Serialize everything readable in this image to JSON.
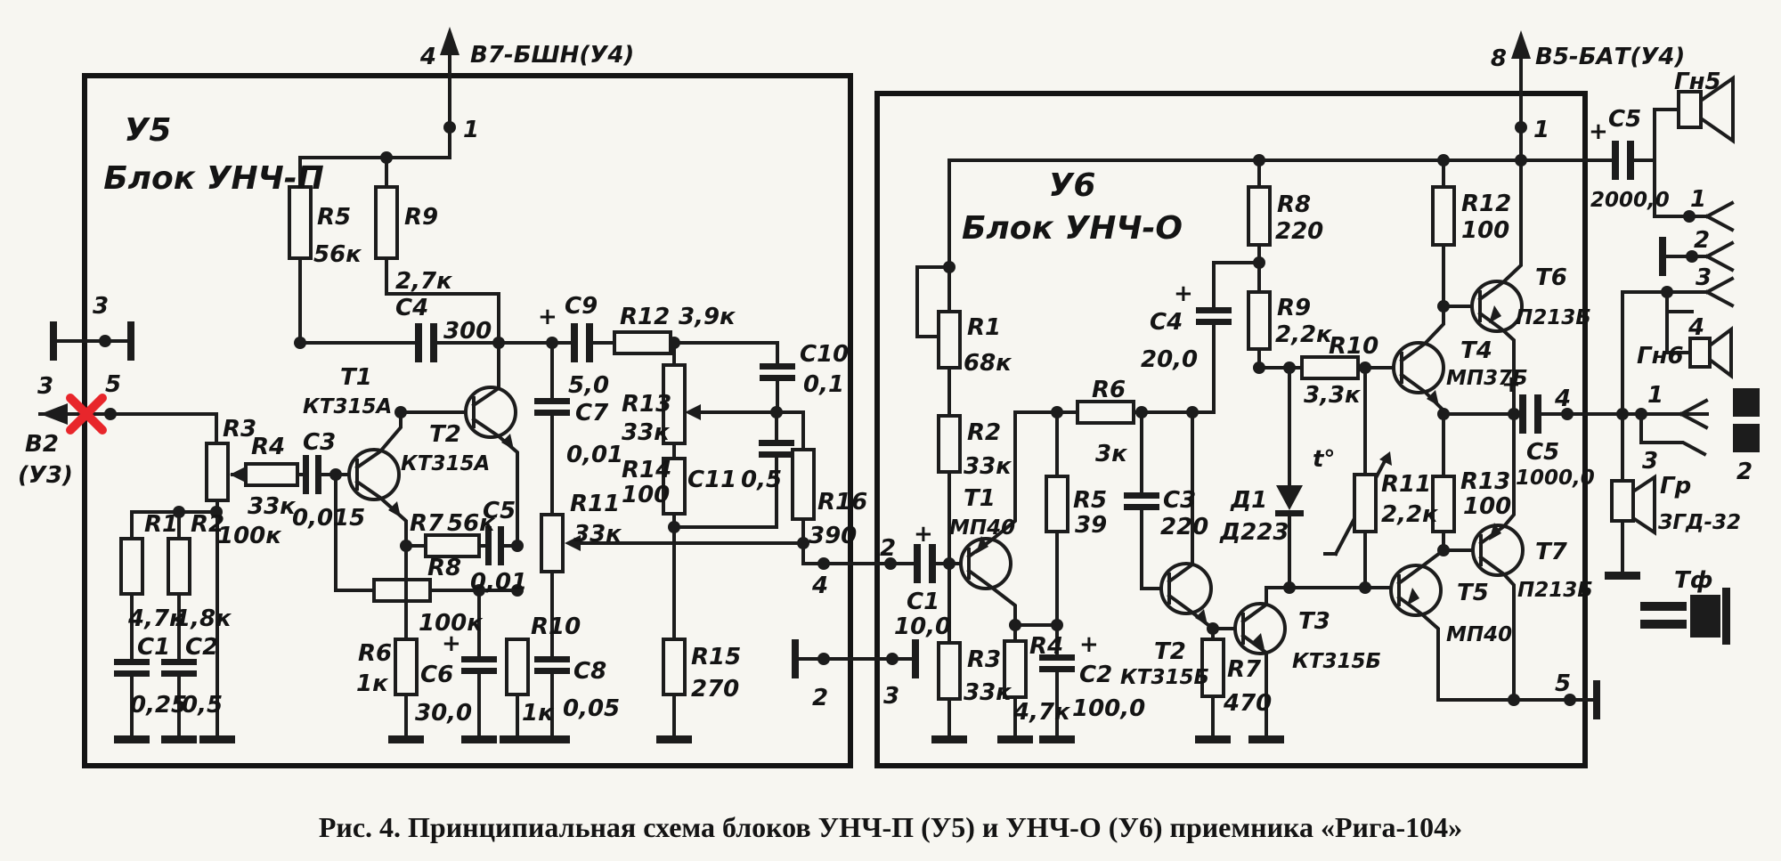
{
  "caption": "Рис. 4. Принципиальная схема блоков УНЧ-П (У5) и УНЧ-О (У6) приемника «Рига-104»",
  "sym": {
    "plus": "+"
  },
  "u5": {
    "id": "У5",
    "name": "Блок УНЧ-П",
    "pwr_pin": "4",
    "pwr_label": "В7-БШН(У4)",
    "pwr_node": "1",
    "term3": "3",
    "in_pin": "3",
    "in_node": "5",
    "in_label1": "В2",
    "in_label2": "(У3)",
    "out_pin": "4",
    "gnd_pin": "2",
    "r1": "R1",
    "r1v": "4,7к",
    "r2": "R2",
    "r2v": "1,8к",
    "r3": "R3",
    "r3v": "100к",
    "r4": "R4",
    "r4v": "33к",
    "r5": "R5",
    "r5v": "56к",
    "r6": "R6",
    "r6v": "1к",
    "r7": "R7",
    "r7v": "56к",
    "r8": "R8",
    "r8v": "100к",
    "r9": "R9",
    "r9v": "2,7к",
    "r10": "R10",
    "r10v": "1к",
    "r11": "R11",
    "r11v": "33к",
    "r12": "R12",
    "r12v": "3,9к",
    "r13": "R13",
    "r13v": "33к",
    "r14": "R14",
    "r14v": "100",
    "r15": "R15",
    "r15v": "270",
    "r16": "R16",
    "r16v": "390",
    "c1": "C1",
    "c1v": "0,25",
    "c2": "C2",
    "c2v": "0,5",
    "c3": "C3",
    "c3v": "0,015",
    "c4": "C4",
    "c4v": "300",
    "c5": "C5",
    "c5v": "0,01",
    "c6": "C6",
    "c6v": "30,0",
    "c7": "C7",
    "c7v": "0,01",
    "c8": "C8",
    "c8v": "0,05",
    "c9": "C9",
    "c9v": "5,0",
    "c10": "C10",
    "c10v": "0,1",
    "c11": "C11",
    "c11v": "0,5",
    "t1": "Т1",
    "t1t": "КТ315А",
    "t2": "Т2",
    "t2t": "КТ315А"
  },
  "u6": {
    "id": "У6",
    "name": "Блок УНЧ-О",
    "pwr_pin": "8",
    "pwr_label": "В5-БАТ(У4)",
    "pwr_node": "1",
    "in_pin": "2",
    "gnd_pin": "3",
    "out_pin": "4",
    "btm_pin": "5",
    "r1": "R1",
    "r1v": "68к",
    "r2": "R2",
    "r2v": "33к",
    "r3": "R3",
    "r3v": "33к",
    "r4": "R4",
    "r4v": "4,7к",
    "r5": "R5",
    "r5v": "39",
    "r6": "R6",
    "r6v": "3к",
    "r7": "R7",
    "r7v": "470",
    "r8": "R8",
    "r8v": "220",
    "r9": "R9",
    "r9v": "2,2к",
    "r10": "R10",
    "r10v": "3,3к",
    "r11": "R11",
    "r11v": "2,2к",
    "r12": "R12",
    "r12v": "100",
    "r13": "R13",
    "r13v": "100",
    "c1": "C1",
    "c1v": "10,0",
    "c2": "C2",
    "c2v": "100,0",
    "c3": "C3",
    "c3v": "220",
    "c4": "C4",
    "c4v": "20,0",
    "c5": "C5",
    "c5v": "1000,0",
    "d1": "Д1",
    "d1t": "Д223",
    "thermo": "t°",
    "t1": "Т1",
    "t1t": "МП40",
    "t2": "Т2",
    "t2t": "КТ315Б",
    "t3": "Т3",
    "t3t": "КТ315Б",
    "t4": "Т4",
    "t4t": "МП37Б",
    "t5": "Т5",
    "t5t": "МП40",
    "t6": "Т6",
    "t6t": "П213Б",
    "t7": "Т7",
    "t7t": "П213Б"
  },
  "ext": {
    "c5": "C5",
    "c5v": "2000,0",
    "gn5": "Гн5",
    "gn6": "Гн6",
    "j1": "1",
    "j2": "2",
    "j3": "3",
    "j4": "4",
    "p1": "1",
    "p3": "3",
    "p2": "2",
    "gr": "Гр",
    "grt": "ЗГД-32",
    "tf": "Тф"
  }
}
